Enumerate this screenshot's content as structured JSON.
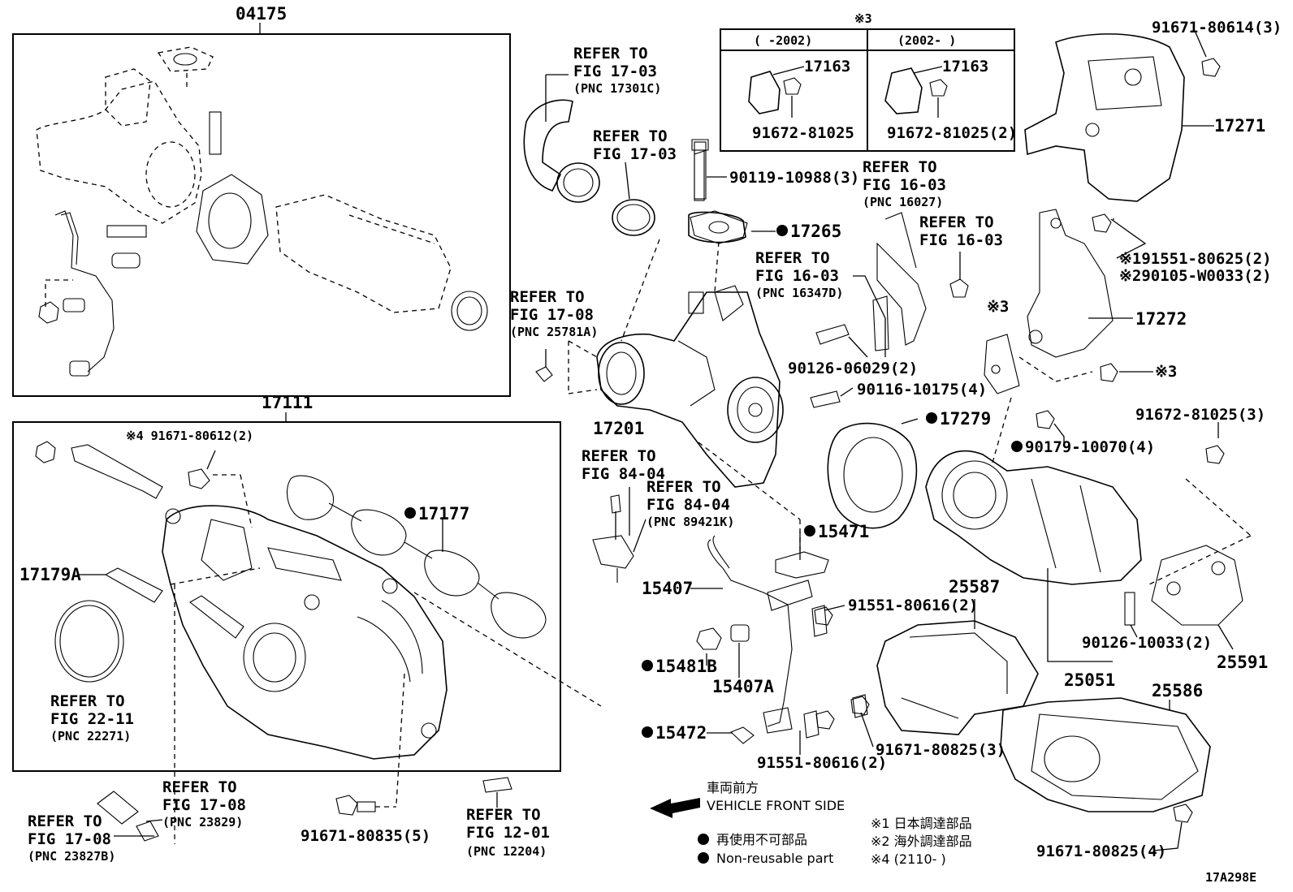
{
  "groups": {
    "g04175": "04175",
    "g17111": "17111"
  },
  "year_table": {
    "note": "※3",
    "col1_header": "(     -2002)",
    "col2_header": "(2002-     )",
    "col1_part": "17163",
    "col1_bolt": "91672-81025",
    "col2_part": "17163",
    "col2_bolt": "91672-81025(2)"
  },
  "labels": {
    "p91671_80614": "91671-80614(3)",
    "p17271": "17271",
    "p91551_80625": "※191551-80625(2)",
    "p90105_w0033": "※290105-W0033(2)",
    "p17272": "17272",
    "m3a": "※3",
    "m3b": "※3",
    "p90119": "90119-10988(3)",
    "p17265": "17265",
    "p90126_06029": "90126-06029(2)",
    "p90116": "90116-10175(4)",
    "p17201": "17201",
    "p17279": "17279",
    "p90179": "90179-10070(4)",
    "p91672_81025_3": "91672-81025(3)",
    "p91671_80612": "※4 91671-80612(2)",
    "p17177": "17177",
    "p17179A": "17179A",
    "p15471": "15471",
    "p15407": "15407",
    "p91551_80616a": "91551-80616(2)",
    "p91551_80616b": "91551-80616(2)",
    "p15481B": "15481B",
    "p15407A": "15407A",
    "p15472": "15472",
    "p25587": "25587",
    "p90126_10033": "90126-10033(2)",
    "p25591": "25591",
    "p25051": "25051",
    "p25586": "25586",
    "p91671_80825_3": "91671-80825(3)",
    "p91671_80835": "91671-80835(5)",
    "p91671_80825_4": "91671-80825(4)",
    "drawing_code": "17A298E"
  },
  "refs": [
    {
      "l1": "REFER TO",
      "l2": "FIG 17-03",
      "l3": "(PNC 17301C)"
    },
    {
      "l1": "REFER TO",
      "l2": "FIG 17-03",
      "l3": ""
    },
    {
      "l1": "REFER TO",
      "l2": "FIG 16-03",
      "l3": "(PNC 16027)"
    },
    {
      "l1": "REFER TO",
      "l2": "FIG 16-03",
      "l3": ""
    },
    {
      "l1": "REFER TO",
      "l2": "FIG 16-03",
      "l3": "(PNC 16347D)"
    },
    {
      "l1": "REFER TO",
      "l2": "FIG 17-08",
      "l3": "(PNC 25781A)"
    },
    {
      "l1": "REFER TO",
      "l2": "FIG 84-04",
      "l3": ""
    },
    {
      "l1": "REFER TO",
      "l2": "FIG 84-04",
      "l3": "(PNC 89421K)"
    },
    {
      "l1": "REFER TO",
      "l2": "FIG 22-11",
      "l3": "(PNC 22271)"
    },
    {
      "l1": "REFER TO",
      "l2": "FIG 17-08",
      "l3": "(PNC 23829)"
    },
    {
      "l1": "REFER TO",
      "l2": "FIG 17-08",
      "l3": "(PNC 23827B)"
    },
    {
      "l1": "REFER TO",
      "l2": "FIG 12-01",
      "l3": "(PNC 12204)"
    }
  ],
  "legend": {
    "front_jp": "車両前方",
    "front_en": "VEHICLE FRONT SIDE",
    "nonreuse_jp": "再使用不可部品",
    "nonreuse_en": "Non-reusable part",
    "note1": "※1 日本調達部品",
    "note2": "※2 海外調達部品",
    "note4": "※4 (2110-     )"
  }
}
